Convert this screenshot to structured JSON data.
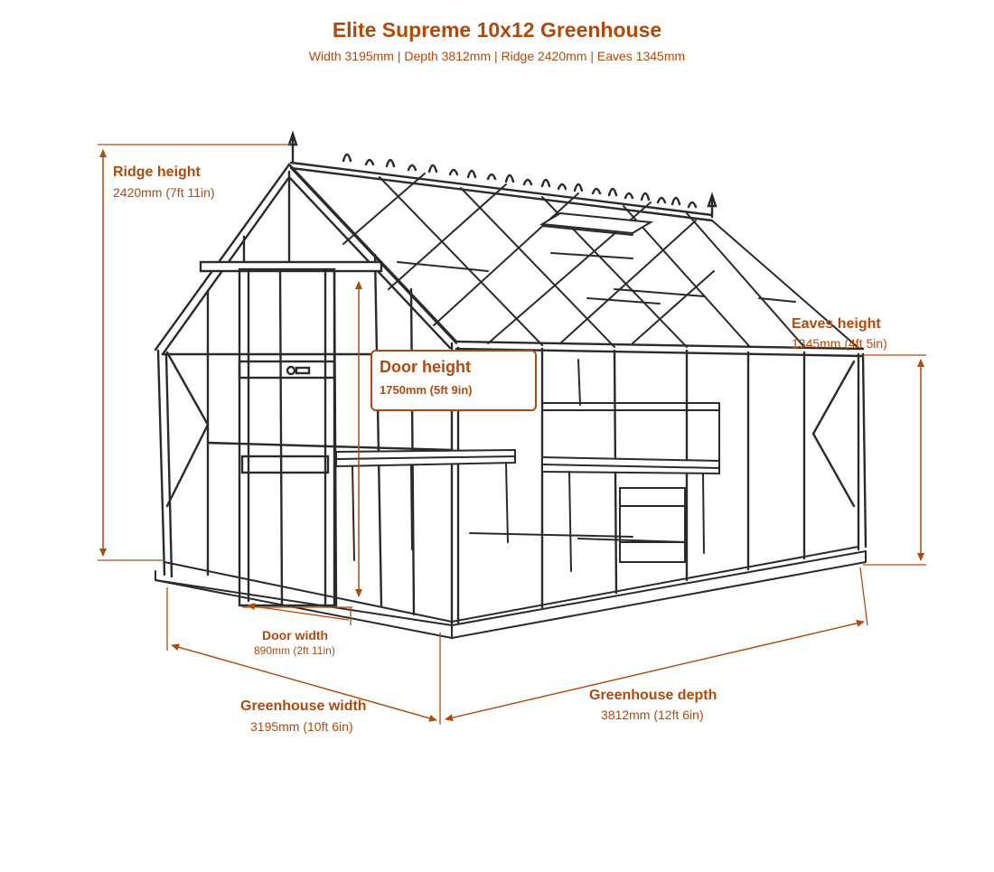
{
  "header": {
    "title": "Elite Supreme 10x12 Greenhouse",
    "subtitle": "Width 3195mm  |  Depth 3812mm  |  Ridge 2420mm  |  Eaves 1345mm"
  },
  "dimensions": {
    "ridge": {
      "label": "Ridge height",
      "value": "2420mm (7ft 11in)"
    },
    "eaves": {
      "label": "Eaves height",
      "value": "1345mm (4ft 5in)"
    },
    "door_height": {
      "label": "Door height",
      "value": "1750mm (5ft 9in)"
    },
    "door_width": {
      "label": "Door width",
      "value": "890mm (2ft 11in)"
    },
    "width": {
      "label": "Greenhouse width",
      "value": "3195mm (10ft 6in)"
    },
    "depth": {
      "label": "Greenhouse depth",
      "value": "3812mm (12ft 6in)"
    }
  },
  "colors": {
    "accent": "#b04a0c",
    "frame": "#2a2a2a"
  }
}
